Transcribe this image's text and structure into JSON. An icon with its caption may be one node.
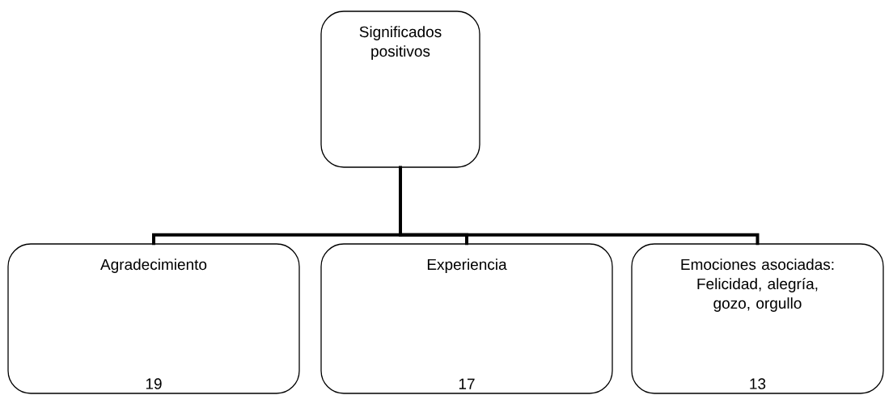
{
  "diagram": {
    "nodes": [
      {
        "text": [
          "Significados positivos"
        ]
      },
      {
        "text": [
          "Agradecimiento",
          "19"
        ]
      },
      {
        "text": [
          "Experiencia",
          "17"
        ]
      },
      {
        "text": [
          "Emociones asociadas: Felicidad, alegría, gozo, orgullo",
          "13"
        ]
      }
    ],
    "edges": [
      {
        "from": 0,
        "to": 1,
        "arrow": "none"
      },
      {
        "from": 0,
        "to": 2,
        "arrow": "none"
      },
      {
        "from": 0,
        "to": 3,
        "arrow": "none"
      }
    ]
  }
}
